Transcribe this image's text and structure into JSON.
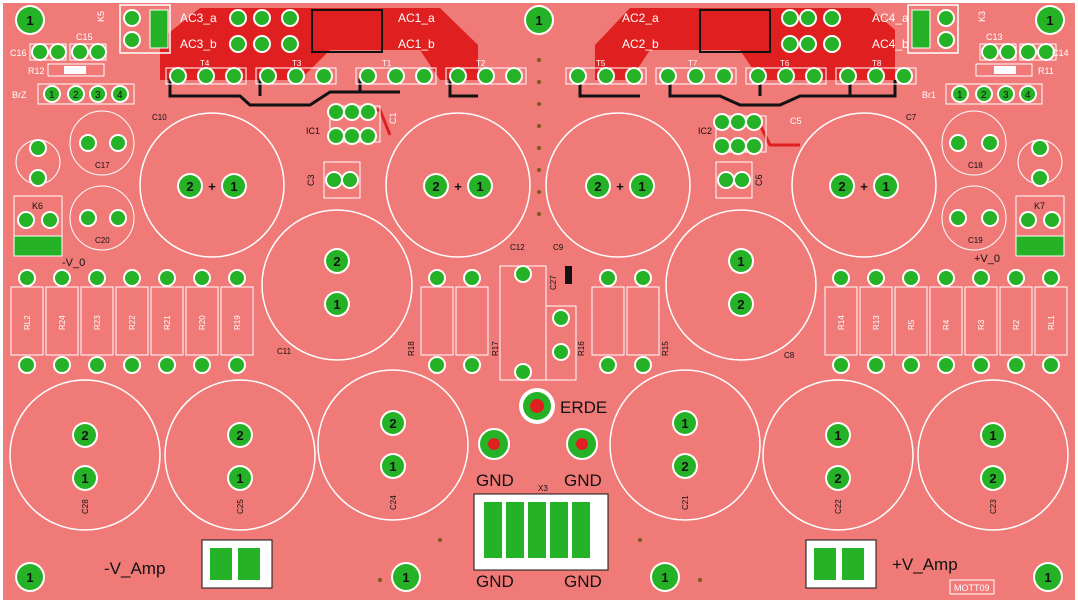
{
  "colors": {
    "board": "#f07a78",
    "copper_top": "#e02020",
    "silk": "#ffffff",
    "pad": "#26b226",
    "pad_ring": "#ffffff",
    "outline": "#ffffff",
    "trace_dark": "#111111"
  },
  "labels": {
    "mount_hole": "1",
    "k5": "K5",
    "k3": "K3",
    "k6": "K6",
    "k7": "K7",
    "c15": "C15",
    "c16": "C16",
    "c13": "C13",
    "c14": "C14",
    "r12": "R12",
    "r11": "R11",
    "br2": "BrZ",
    "br1": "Br1",
    "ac3a": "AC3_a",
    "ac3b": "AC3_b",
    "ac1a": "AC1_a",
    "ac1b": "AC1_b",
    "ac2a": "AC2_a",
    "ac2b": "AC2_b",
    "ac4a": "AC4_a",
    "ac4b": "AC4_b",
    "t4": "T4",
    "t3": "T3",
    "t1": "T1",
    "t2": "T2",
    "t5": "T5",
    "t6": "T6",
    "t7": "T7",
    "t8": "T8",
    "ic1": "IC1",
    "ic2": "IC2",
    "c1": "C1",
    "c5": "C5",
    "c3": "C3",
    "c6": "C6",
    "c10": "C10",
    "c7": "C7",
    "c17": "C17",
    "c18": "C18",
    "c20": "C20",
    "c19": "C19",
    "c11": "C11",
    "c8": "C8",
    "c12": "C12",
    "c9": "C9",
    "c27": "C27",
    "neg_v0": "-V_0",
    "pos_v0": "+V_0",
    "rl2": "RL2",
    "rl1": "RL1",
    "r24": "R24",
    "r23": "R23",
    "r22": "R22",
    "r21": "R21",
    "r20": "R20",
    "r19": "R19",
    "r14": "R14",
    "r13": "R13",
    "r5": "R5",
    "r4": "R4",
    "r3": "R3",
    "r2": "R2",
    "r18": "R18",
    "r17": "R17",
    "r16": "R16",
    "r15": "R15",
    "erde": "ERDE",
    "gnd": "GND",
    "c28": "C28",
    "c25": "C25",
    "c24": "C24",
    "c21": "C21",
    "c22": "C22",
    "c23": "C23",
    "x3": "X3",
    "neg_vamp": "-V_Amp",
    "pos_vamp": "+V_Amp",
    "author": "MOTT09",
    "plus": "+",
    "minus": "-",
    "pin1": "1",
    "pin2": "2",
    "pin3": "3",
    "pin4": "4"
  }
}
